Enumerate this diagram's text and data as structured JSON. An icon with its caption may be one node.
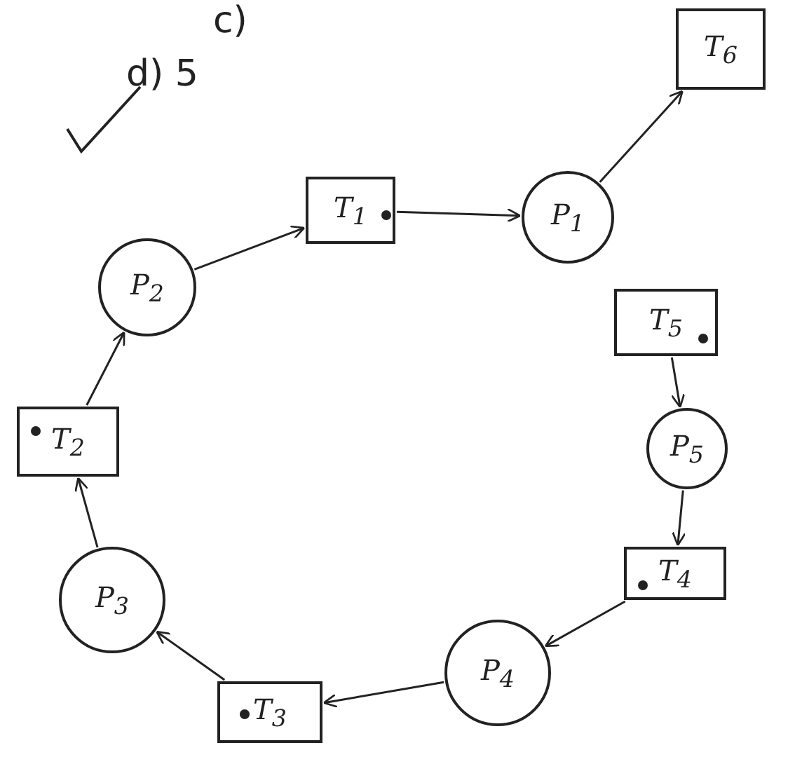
{
  "diagram": {
    "nodes": [
      {
        "text": [
          "T$_{6}$"
        ]
      },
      {
        "text": [
          "T$_{1}$"
        ]
      },
      {
        "text": [
          "P$_{1}$"
        ]
      },
      {
        "text": [
          "P$_{2}$"
        ]
      },
      {
        "text": [
          "T$_{5}$"
        ]
      },
      {
        "text": [
          "P$_{5}$"
        ]
      },
      {
        "text": [
          "T$_{2}$"
        ]
      },
      {
        "text": [
          "T$_{4}$"
        ]
      },
      {
        "text": [
          "P$_{3}$"
        ]
      },
      {
        "text": [
          "P$_{4}$"
        ]
      },
      {
        "text": [
          "T$_{3}$"
        ]
      }
    ],
    "edges": [
      {
        "from": 2,
        "to": 0,
        "arrow": "to"
      },
      {
        "from": 3,
        "to": 1,
        "arrow": "to"
      },
      {
        "from": 1,
        "to": 2,
        "arrow": "to"
      },
      {
        "from": 4,
        "to": 5,
        "arrow": "to"
      },
      {
        "from": 5,
        "to": 7,
        "arrow": "to"
      },
      {
        "from": 6,
        "to": 3,
        "arrow": "to"
      },
      {
        "from": 8,
        "to": 6,
        "arrow": "to"
      },
      {
        "from": 7,
        "to": 9,
        "arrow": "to"
      },
      {
        "from": 9,
        "to": 10,
        "arrow": "to"
      },
      {
        "from": 10,
        "to": 8,
        "arrow": "to"
      }
    ],
    "labels": [
      "c)",
      "d) 5"
    ]
  }
}
